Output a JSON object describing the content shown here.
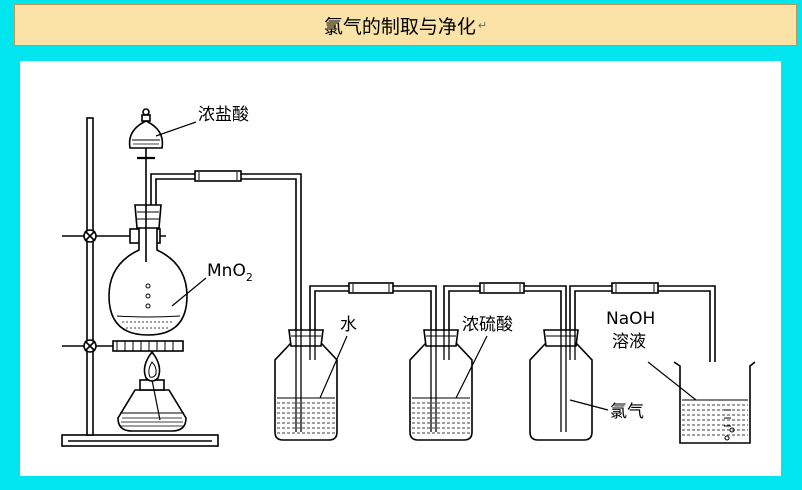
{
  "title": "氯气的制取与净化",
  "labels": {
    "hcl": "浓盐酸",
    "mno2_main": "MnO",
    "mno2_sub": "2",
    "water": "水",
    "h2so4": "浓硫酸",
    "naoh_line1": "NaOH",
    "naoh_line2": "溶液",
    "chlorine": "氯气"
  }
}
